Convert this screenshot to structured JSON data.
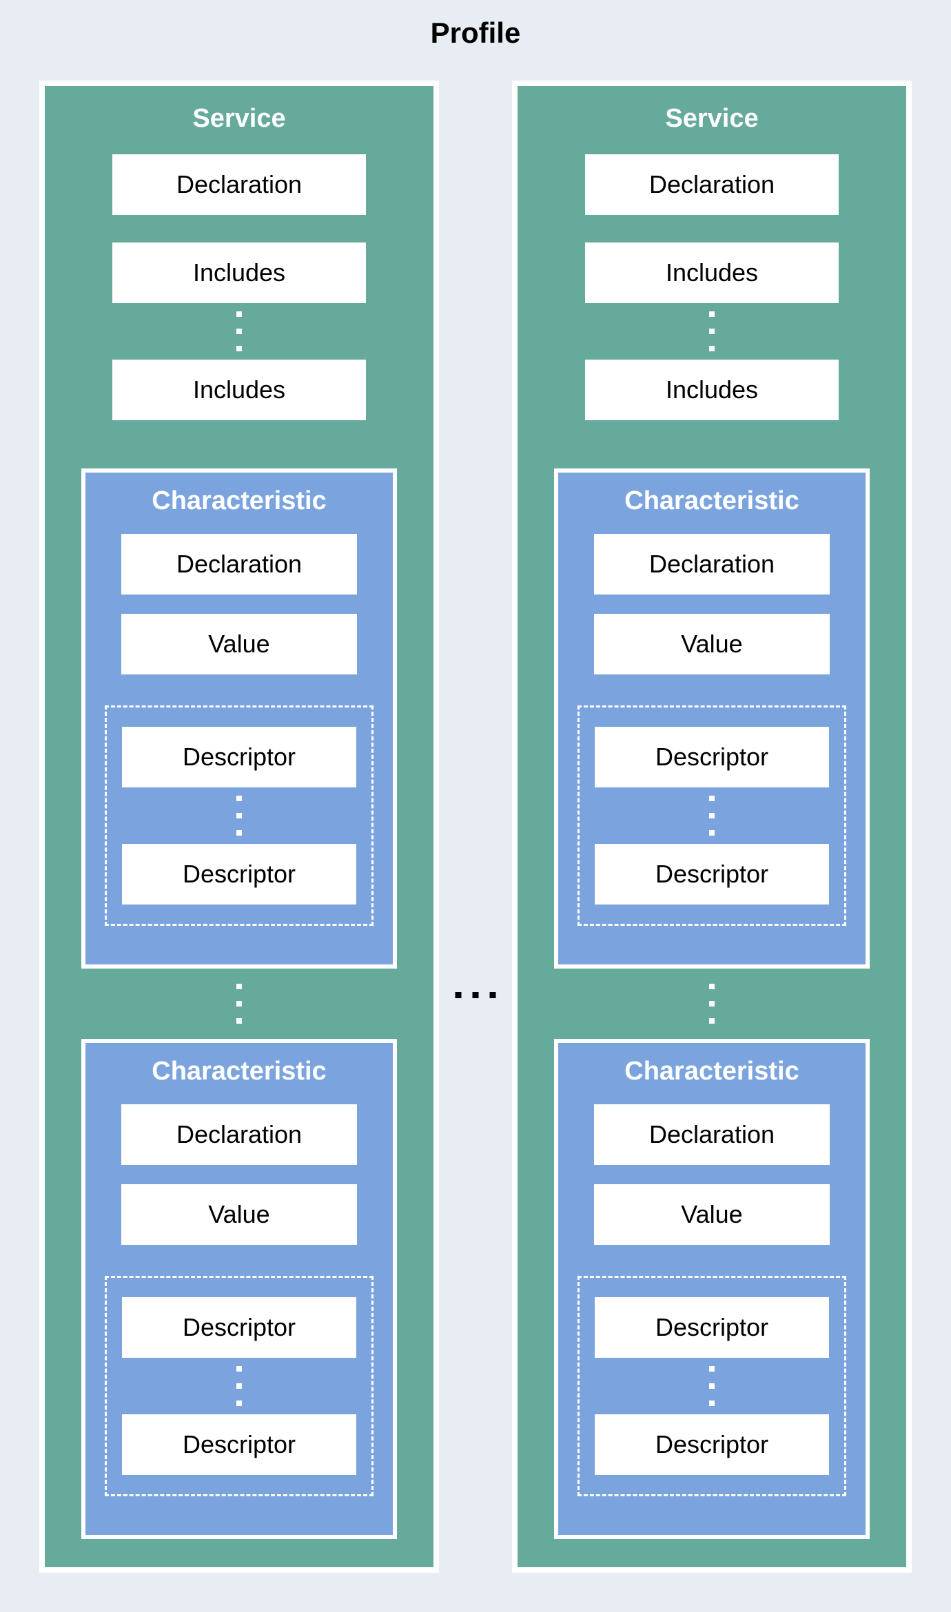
{
  "title": "Profile",
  "colors": {
    "background": "#E8EDF4",
    "service_fill": "#66AA9B",
    "characteristic_fill": "#7BA4DE",
    "box_fill": "#FFFFFF",
    "heading_text": "#FFFFFF",
    "box_text": "#000000"
  },
  "icons": {
    "vertical_ellipsis": "⋮",
    "horizontal_ellipsis": "…"
  },
  "services": [
    {
      "title": "Service",
      "declaration": "Declaration",
      "includes": [
        "Includes",
        "Includes"
      ],
      "characteristics": [
        {
          "title": "Characteristic",
          "declaration": "Declaration",
          "value": "Value",
          "descriptors": [
            "Descriptor",
            "Descriptor"
          ]
        },
        {
          "title": "Characteristic",
          "declaration": "Declaration",
          "value": "Value",
          "descriptors": [
            "Descriptor",
            "Descriptor"
          ]
        }
      ]
    },
    {
      "title": "Service",
      "declaration": "Declaration",
      "includes": [
        "Includes",
        "Includes"
      ],
      "characteristics": [
        {
          "title": "Characteristic",
          "declaration": "Declaration",
          "value": "Value",
          "descriptors": [
            "Descriptor",
            "Descriptor"
          ]
        },
        {
          "title": "Characteristic",
          "declaration": "Declaration",
          "value": "Value",
          "descriptors": [
            "Descriptor",
            "Descriptor"
          ]
        }
      ]
    }
  ]
}
